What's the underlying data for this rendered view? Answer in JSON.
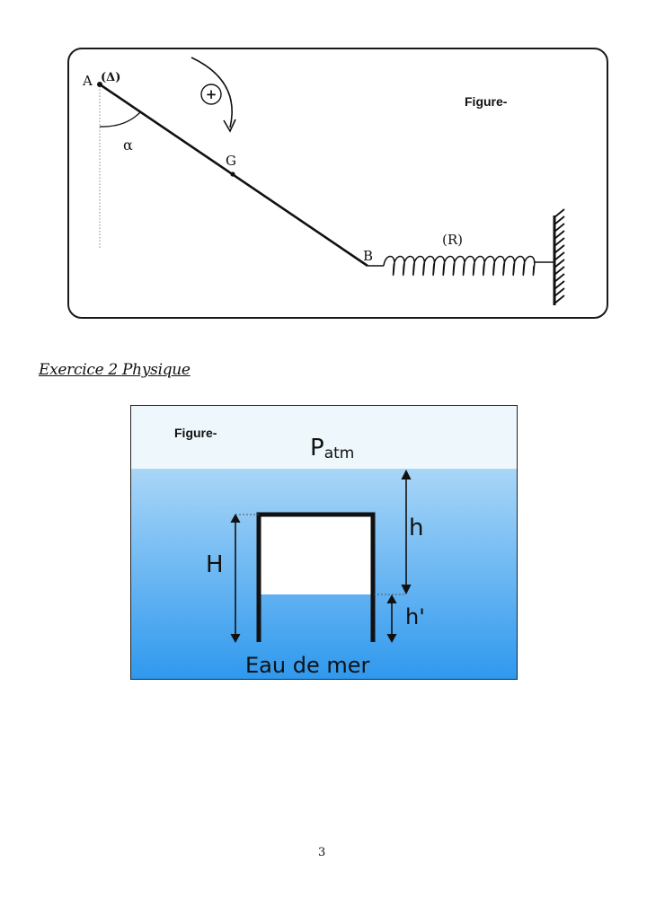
{
  "figure1": {
    "caption": "Figure-",
    "labels": {
      "point_a": "A",
      "axis": "(Δ)",
      "angle": "α",
      "sign": "+",
      "center": "G",
      "point_b": "B",
      "spring": "(R)"
    }
  },
  "section_heading": "Exercice 2 Physique",
  "figure2": {
    "caption": "Figure-",
    "p_main": "P",
    "p_sub": "atm",
    "label_h": "h",
    "label_H": "H",
    "label_h_prime": "h'",
    "water_label": "Eau de mer",
    "colors": {
      "sky": "#eef8fc",
      "water_top": "#a9d6f7",
      "water_bottom": "#2e98ee"
    }
  },
  "page_number": "3"
}
